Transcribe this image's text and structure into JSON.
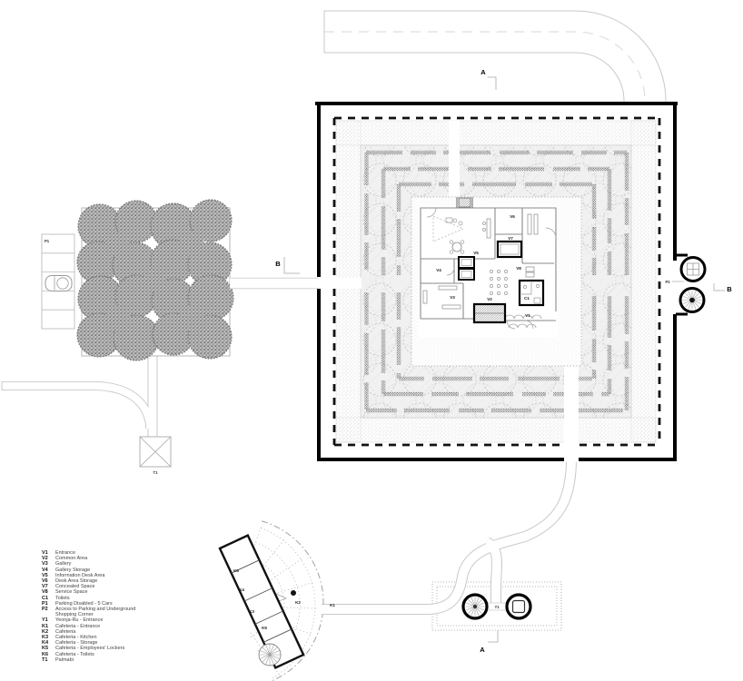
{
  "legend": {
    "items": [
      {
        "code": "V1",
        "label": "Entrance"
      },
      {
        "code": "V2",
        "label": "Common Area"
      },
      {
        "code": "V3",
        "label": "Gallery"
      },
      {
        "code": "V4",
        "label": "Gallery Storage"
      },
      {
        "code": "V5",
        "label": "Information Desk Area"
      },
      {
        "code": "V6",
        "label": "Desk Area Storage"
      },
      {
        "code": "V7",
        "label": "Concealed Space"
      },
      {
        "code": "V8",
        "label": "Service Space"
      },
      {
        "code": "C1",
        "label": "Toilets"
      },
      {
        "code": "P1",
        "label": "Parking Disabled - 5 Cars"
      },
      {
        "code": "P2",
        "label": "Access to Parking and Underground Shopping Corner"
      },
      {
        "code": "Y1",
        "label": "Yeonja-Ru - Entrance"
      },
      {
        "code": "K1",
        "label": "Cafeteria - Entrance"
      },
      {
        "code": "K2",
        "label": "Cafeteria"
      },
      {
        "code": "K3",
        "label": "Cafeteria - Kitchen"
      },
      {
        "code": "K4",
        "label": "Cafeteria - Storage"
      },
      {
        "code": "K5",
        "label": "Cafeteria - Employees' Lockers"
      },
      {
        "code": "K6",
        "label": "Cafeteria - Toilets"
      },
      {
        "code": "T1",
        "label": "Palmabi"
      }
    ]
  },
  "plan": {
    "labels": {
      "v1": "V1",
      "v2": "V2",
      "v3": "V3",
      "v4": "V4",
      "v5": "V5",
      "v6": "V6",
      "v7": "V7",
      "v8": "V8",
      "c1": "C1",
      "p1": "P1",
      "p2": "P2",
      "t1": "T1",
      "y1": "Y1",
      "k1": "K1",
      "k2": "K2",
      "k3": "K3",
      "k4": "K4",
      "k5": "K5",
      "k6": "K6"
    },
    "sections": {
      "a": "A",
      "b": "B"
    }
  },
  "colors": {
    "wall": "#000000",
    "ink": "#111111",
    "casing": "#c9c9c9",
    "speckle": "#6f6f6f",
    "canopy": "#cbcbcb",
    "tree": "#bdbdbd",
    "gravel": "#cfcfcf"
  }
}
